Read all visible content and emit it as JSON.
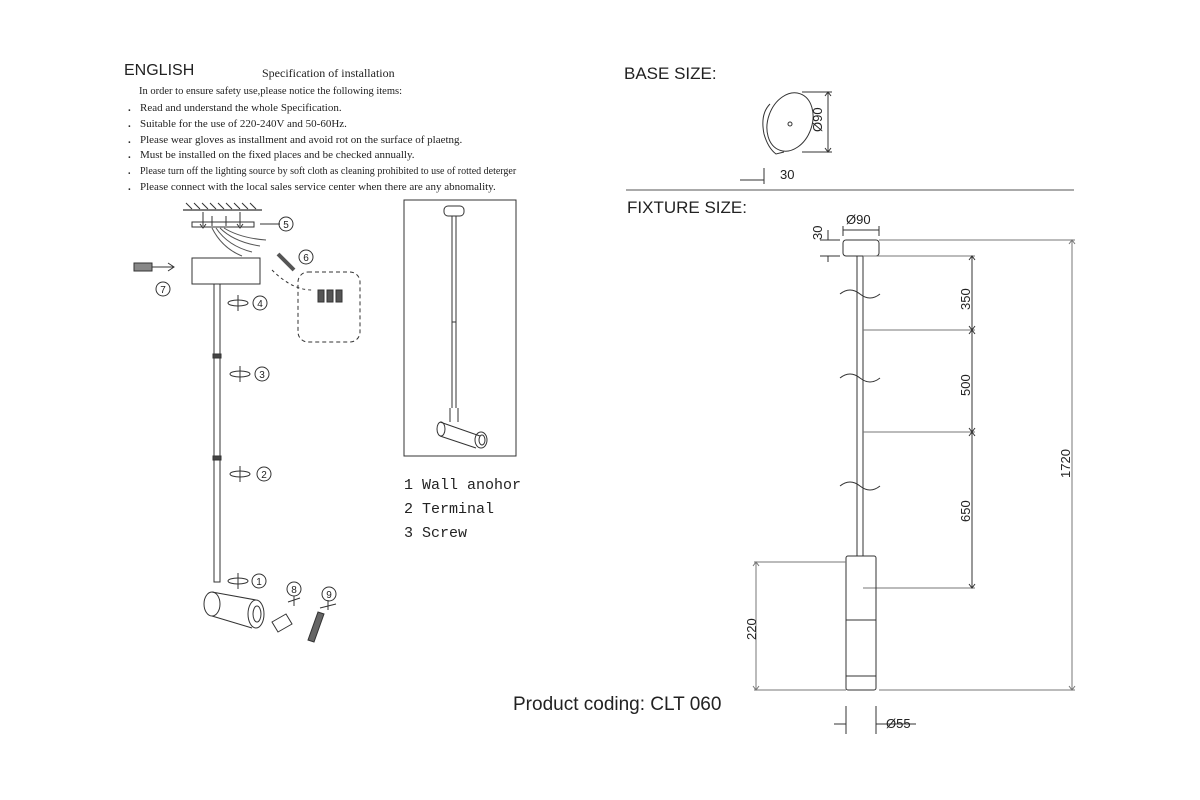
{
  "header": {
    "language": "ENGLISH",
    "spec_title": "Specification of installation",
    "intro": "In order to ensure safety use,please notice the following items:"
  },
  "rules": [
    "Read and understand the whole Specification.",
    "Suitable for the use of 220-240V and 50-60Hz.",
    "Please wear gloves as installment and avoid rot on the surface of plaetng.",
    "Must be installed on the fixed places and be checked annually.",
    "Please turn off the lighting source by soft cloth as cleaning prohibited to use of rotted deterger",
    "Please connect with the local sales service center when there are any abnomality."
  ],
  "bullet": ".",
  "legend": [
    "1 Wall anohor",
    "2 Terminal",
    "3 Screw"
  ],
  "callouts": [
    "1",
    "2",
    "3",
    "4",
    "5",
    "6",
    "7",
    "8",
    "9"
  ],
  "product_coding": "Product coding: CLT 060",
  "base": {
    "title": "BASE SIZE:",
    "diameter": "Ø90",
    "height": "30"
  },
  "fixture": {
    "title": "FIXTURE SIZE:",
    "canopy_diameter": "Ø90",
    "canopy_height": "30",
    "seg1": "350",
    "seg2": "500",
    "seg3": "650",
    "total": "1720",
    "head_height": "220",
    "head_diameter": "Ø55"
  }
}
